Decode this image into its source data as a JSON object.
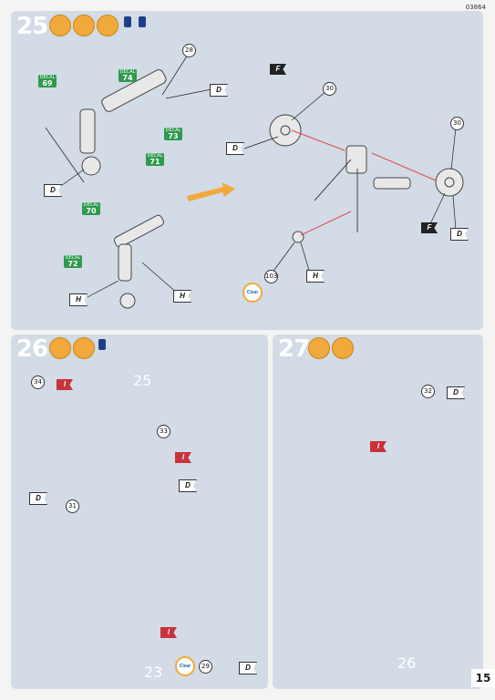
{
  "document_number": "03864",
  "page_number": "15",
  "steps": [
    {
      "number": "25",
      "decals": [
        {
          "label": "DECAL",
          "num": "69"
        },
        {
          "label": "DECAL",
          "num": "74"
        },
        {
          "label": "DECAL",
          "num": "73"
        },
        {
          "label": "DECAL",
          "num": "71"
        },
        {
          "label": "DECAL",
          "num": "70"
        },
        {
          "label": "DECAL",
          "num": "72"
        }
      ],
      "callouts": [
        "28",
        "30",
        "30",
        "103"
      ],
      "flags": [
        "D",
        "D",
        "F",
        "D",
        "F",
        "D",
        "H",
        "H",
        "H"
      ],
      "clear_label": "Clear"
    },
    {
      "number": "26",
      "callouts": [
        "34",
        "33",
        "31",
        "29"
      ],
      "flags": [
        "I",
        "D",
        "I",
        "D",
        "I",
        "D"
      ],
      "part_ref_1": "25",
      "part_ref_2": "23",
      "clear_label": "Clear"
    },
    {
      "number": "27",
      "callouts": [
        "32"
      ],
      "flags": [
        "D",
        "I"
      ],
      "part_ref": "26"
    }
  ],
  "colors": {
    "panel": "#d2dbe6",
    "paint_orange": "#f2a93b",
    "flag_red": "#c9323a",
    "decal_green": "#2e9a4e",
    "arrow_red": "#e24850"
  }
}
